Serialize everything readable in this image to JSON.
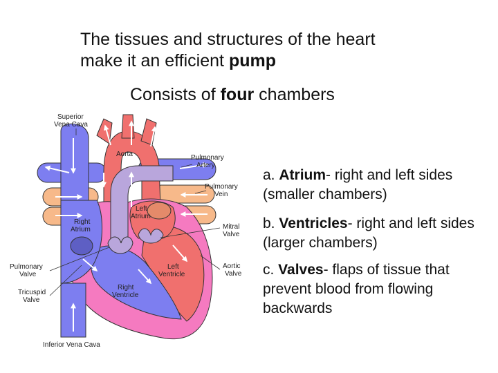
{
  "heading": {
    "line1": "The tissues and structures of the heart",
    "line2_pre": "make it an efficient ",
    "line2_bold": "pump"
  },
  "subheading": {
    "pre": "Consists of ",
    "bold": "four",
    "post": " chambers"
  },
  "points": [
    {
      "prefix": "a. ",
      "term": "Atrium",
      "text": "- right and left sides (smaller chambers)"
    },
    {
      "prefix": "b. ",
      "term": "Ventricles",
      "text": "- right and left sides (larger chambers)"
    },
    {
      "prefix": "c. ",
      "term": "Valves",
      "text": "- flaps of tissue that prevent blood from flowing backwards"
    }
  ],
  "diagram": {
    "labels": {
      "superior_vena_cava_1": "Superior",
      "superior_vena_cava_2": "Vena Cava",
      "aorta": "Aorta",
      "pulmonary_artery_1": "Pulmonary",
      "pulmonary_artery_2": "Artery",
      "pulmonary_vein_1": "Pulmonary",
      "pulmonary_vein_2": "Vein",
      "left_atrium_1": "Left",
      "left_atrium_2": "Atrium",
      "right_atrium_1": "Right",
      "right_atrium_2": "Atrium",
      "mitral_valve_1": "Mitral",
      "mitral_valve_2": "Valve",
      "pulmonary_valve_1": "Pulmonary",
      "pulmonary_valve_2": "Valve",
      "left_ventricle_1": "Left",
      "left_ventricle_2": "Ventricle",
      "aortic_valve_1": "Aortic",
      "aortic_valve_2": "Valve",
      "right_ventricle_1": "Right",
      "right_ventricle_2": "Ventricle",
      "tricuspid_valve_1": "Tricuspid",
      "tricuspid_valve_2": "Valve",
      "inferior_vena_cava": "Inferior Vena Cava"
    },
    "colors": {
      "deoxygenated": "#7d7ef0",
      "oxygenated": "#f0706e",
      "pulmonary_vein": "#f7b98a",
      "muscle": "#f57ac0",
      "left_atrium_dark": "#e48a6a",
      "valve": "#b9a6dc",
      "arrow": "#ffffff"
    }
  }
}
